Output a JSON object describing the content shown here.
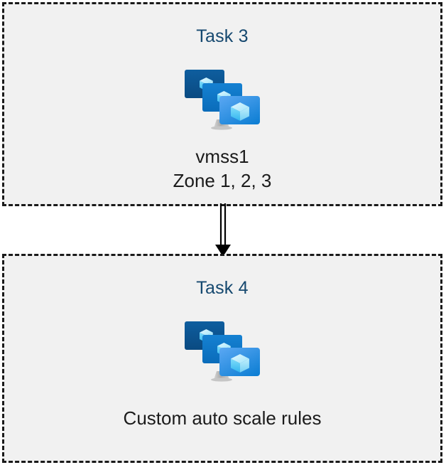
{
  "diagram": {
    "type": "flow",
    "background_color": "#ffffff",
    "box_fill_color": "#f1f1f1",
    "box_border_color": "#1a1a1a",
    "box_border_style": "dashed",
    "title_color": "#15486f",
    "caption_color": "#1b1b1b",
    "arrow_color": "#000000",
    "nodes": [
      {
        "id": "task3",
        "title": "Task 3",
        "icon": "vmss-icon",
        "caption": "vmss1\nZone 1, 2, 3",
        "caption_line1": "vmss1",
        "caption_line2": "Zone 1, 2, 3"
      },
      {
        "id": "task4",
        "title": "Task 4",
        "icon": "vmss-icon",
        "caption": "Custom auto scale rules",
        "caption_line1": "Custom auto scale rules",
        "caption_line2": ""
      }
    ],
    "edges": [
      {
        "id": "task3-to-task4",
        "from": "task3",
        "to": "task4",
        "style": "double-line",
        "arrowhead": "filled-triangle",
        "direction": "down"
      }
    ]
  },
  "icon": {
    "name": "vmss-icon",
    "description": "Azure virtual machine scale set: three stacked monitors with cube glyphs",
    "screen_colors": [
      "#0b5394",
      "#0f7ac8",
      "#3e9bec"
    ],
    "cube_colors": [
      "#c8f0fb",
      "#59d0f5",
      "#1aa8e8"
    ],
    "stand_color": "#b8b8b8"
  }
}
